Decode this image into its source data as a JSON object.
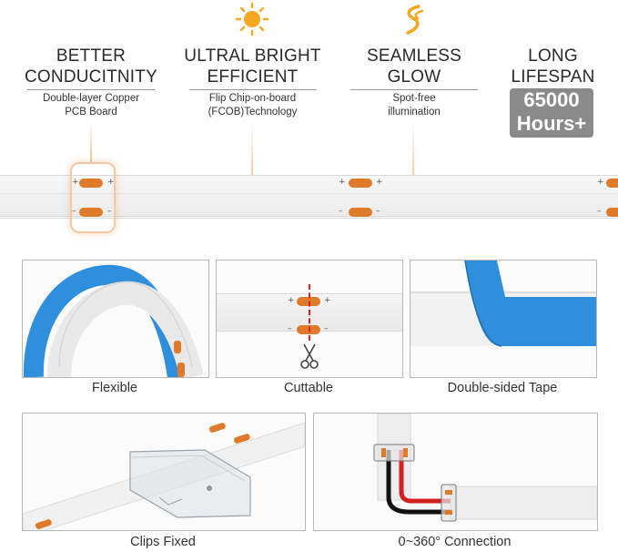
{
  "features": [
    {
      "title_lines": [
        "BETTER",
        "CONDUCITNITY"
      ],
      "desc_lines": [
        "Double-layer Copper",
        "PCB Board"
      ]
    },
    {
      "title_lines": [
        "ULTRAL BRIGHT",
        "EFFICIENT"
      ],
      "desc_lines": [
        "Flip Chip-on-board",
        "(FCOB)Technology"
      ]
    },
    {
      "title_lines": [
        "SEAMLESS",
        "GLOW"
      ],
      "desc_lines": [
        "Spot-free",
        "illumination"
      ]
    },
    {
      "title_lines": [
        "LONG",
        "LIFESPAN"
      ],
      "badge_lines": [
        "65000",
        "Hours+"
      ]
    }
  ],
  "strip_marks": {
    "plus": "+",
    "minus": "–"
  },
  "panels": [
    {
      "caption": "Flexible"
    },
    {
      "caption": "Cuttable"
    },
    {
      "caption": "Double-sided Tape"
    },
    {
      "caption": "Clips Fixed"
    },
    {
      "caption": "0~360° Connection"
    }
  ],
  "colors": {
    "pad": "#e07a2b",
    "tape_blue": "#2f8fdc",
    "badge_bg": "#8a8a8a",
    "wire_red": "#d42020"
  },
  "icons": [
    "sun-icon",
    "s-glow-icon",
    "scissors-icon"
  ]
}
